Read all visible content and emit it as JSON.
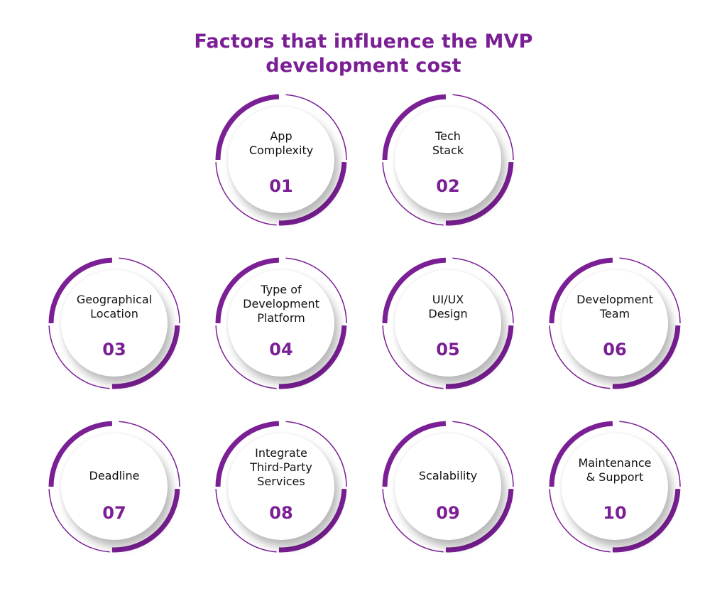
{
  "title_line1": "Factors that influence the MVP",
  "title_line2": "development cost",
  "accent_color": "#7b1f95",
  "factors": [
    {
      "label_lines": [
        "App",
        "Complexity"
      ],
      "number": "01"
    },
    {
      "label_lines": [
        "Tech",
        "Stack"
      ],
      "number": "02"
    },
    {
      "label_lines": [
        "Geographical",
        "Location"
      ],
      "number": "03"
    },
    {
      "label_lines": [
        "Type of",
        "Development",
        "Platform"
      ],
      "number": "04"
    },
    {
      "label_lines": [
        "UI/UX",
        "Design"
      ],
      "number": "05"
    },
    {
      "label_lines": [
        "Development",
        "Team"
      ],
      "number": "06"
    },
    {
      "label_lines": [
        "Deadline"
      ],
      "number": "07"
    },
    {
      "label_lines": [
        "Integrate",
        "Third-Party",
        "Services"
      ],
      "number": "08"
    },
    {
      "label_lines": [
        "Scalability"
      ],
      "number": "09"
    },
    {
      "label_lines": [
        "Maintenance",
        "& Support"
      ],
      "number": "10"
    }
  ]
}
